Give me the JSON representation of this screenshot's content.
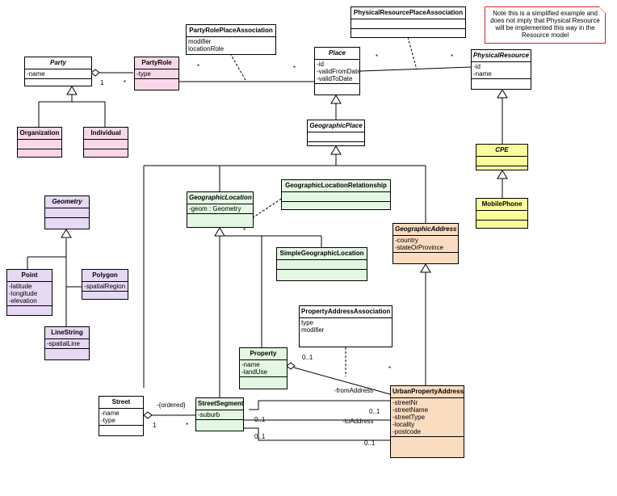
{
  "note": {
    "line1": "Note this is a simplified example and",
    "line2": "does not imply that Physical Resource",
    "line3": "will be implemented this way in the",
    "line4": "Resource model"
  },
  "classes": {
    "party": {
      "name": "Party",
      "attrs": [
        "-name"
      ]
    },
    "party_role": {
      "name": "PartyRole",
      "attrs": [
        "-type"
      ]
    },
    "organization": {
      "name": "Organization"
    },
    "individual": {
      "name": "Individual"
    },
    "party_role_place_association": {
      "name": "PartyRolePlaceAssociation",
      "attrs": [
        "modifier",
        "locationRole"
      ]
    },
    "place": {
      "name": "Place",
      "attrs": [
        "-id",
        "-validFromDate",
        "-validToDate"
      ]
    },
    "physical_resource_place_association": {
      "name": "PhysicalResourcePlaceAssociation"
    },
    "physical_resource": {
      "name": "PhysicalResource",
      "attrs": [
        "-id",
        "-name"
      ]
    },
    "geographic_place": {
      "name": "GeographicPlace"
    },
    "cpe": {
      "name": "CPE"
    },
    "mobile_phone": {
      "name": "MobilePhone"
    },
    "geometry": {
      "name": "Geometry"
    },
    "point": {
      "name": "Point",
      "attrs": [
        "-latitude",
        "-longitude",
        "-elevation"
      ]
    },
    "polygon": {
      "name": "Polygon",
      "attrs": [
        "-spatialRegion"
      ]
    },
    "line_string": {
      "name": "LineString",
      "attrs": [
        "-spatialLine"
      ]
    },
    "geographic_location": {
      "name": "GeographicLocation",
      "attrs": [
        "-geom : Geometry"
      ]
    },
    "geographic_location_relationship": {
      "name": "GeographicLocationRelationship"
    },
    "simple_geographic_location": {
      "name": "SimpleGeographicLocation"
    },
    "geographic_address": {
      "name": "GeographicAddress",
      "attrs": [
        "-country",
        "-stateOrProvince"
      ]
    },
    "property_address_association": {
      "name": "PropertyAddressAssociation",
      "attrs": [
        "type",
        "modifier"
      ]
    },
    "property": {
      "name": "Property",
      "attrs": [
        "-name",
        "-landUse"
      ]
    },
    "street": {
      "name": "Street",
      "attrs": [
        "-name",
        "-type"
      ]
    },
    "street_segment": {
      "name": "StreetSegment",
      "attrs": [
        "-suburb"
      ]
    },
    "urban_property_address": {
      "name": "UrbanPropertyAddress",
      "attrs": [
        "-streetNr",
        "-streetName",
        "-streetType",
        "-locality",
        "-postcode"
      ]
    }
  },
  "labels": {
    "party_mult_1": "1",
    "party_mult_star": "*",
    "prpa_star_left": "*",
    "prpa_star_right": "*",
    "phys_star_left": "*",
    "phys_star_right": "*",
    "gl_rel_star": "*",
    "prop_mult": "0..1",
    "prop_star": "*",
    "from_address": "-fromAddress",
    "from_mult": "0..1",
    "to_address": "-toAddress",
    "ss_mult_1": "0..1",
    "ss_mult_2": "0..1",
    "upa_mult_bottom": "0..1",
    "ordered": "-{ordered}",
    "street_mult_1": "1",
    "street_mult_star": "*"
  }
}
